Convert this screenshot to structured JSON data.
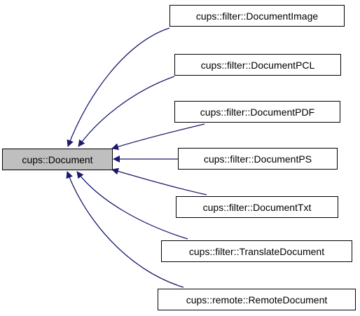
{
  "base_class": "cups::Document",
  "derived_classes": [
    "cups::filter::DocumentImage",
    "cups::filter::DocumentPCL",
    "cups::filter::DocumentPDF",
    "cups::filter::DocumentPS",
    "cups::filter::DocumentTxt",
    "cups::filter::TranslateDocument",
    "cups::remote::RemoteDocument"
  ],
  "colors": {
    "edge": "#191970",
    "base_fill": "#bfbfbf",
    "node_fill": "#ffffff",
    "node_border": "#000000"
  }
}
